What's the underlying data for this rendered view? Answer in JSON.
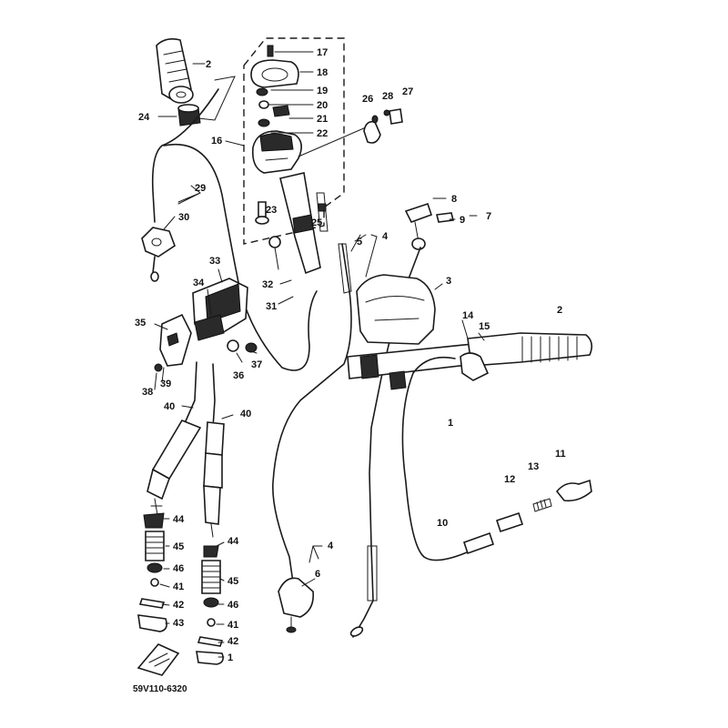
{
  "diagram_code": "59V110-6320",
  "callouts": [
    "2",
    "24",
    "17",
    "18",
    "19",
    "20",
    "21",
    "22",
    "16",
    "23",
    "25",
    "26",
    "28",
    "27",
    "29",
    "30",
    "8",
    "9",
    "7",
    "5",
    "4",
    "3",
    "33",
    "34",
    "32",
    "31",
    "35",
    "39",
    "38",
    "37",
    "36",
    "14",
    "15",
    "2",
    "1",
    "40",
    "40",
    "44",
    "45",
    "46",
    "41",
    "42",
    "43",
    "44",
    "45",
    "46",
    "41",
    "42",
    "1",
    "13",
    "11",
    "12",
    "10",
    "4",
    "6"
  ]
}
